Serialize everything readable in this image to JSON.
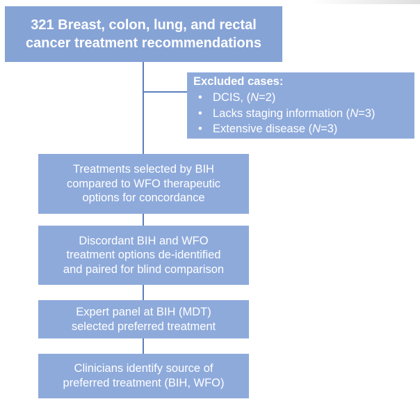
{
  "diagram": {
    "top_box": {
      "line1": "321 Breast, colon, lung, and rectal",
      "line2": "cancer treatment recommendations"
    },
    "excluded_box": {
      "title": "Excluded cases:",
      "items": [
        {
          "label": "DCIS, (",
          "n_label": "N",
          "n_value": "=2)"
        },
        {
          "label": "Lacks staging information (",
          "n_label": "N",
          "n_value": "=3)"
        },
        {
          "label": "Extensive disease (",
          "n_label": "N",
          "n_value": "=3)"
        }
      ]
    },
    "steps": [
      {
        "line1": "Treatments selected by BIH",
        "line2": "compared to WFO therapeutic",
        "line3": "options for concordance"
      },
      {
        "line1": "Discordant BIH and WFO",
        "line2": "treatment options de-identified",
        "line3": "and paired for blind comparison"
      },
      {
        "line1": "Expert panel at BIH (MDT)",
        "line2": "selected preferred treatment"
      },
      {
        "line1": "Clinicians identify source of",
        "line2": "preferred treatment (BIH, WFO)"
      }
    ],
    "colors": {
      "box_fill": "#8eaadb",
      "top_box_fill": "#86a3d6",
      "text": "#ffffff",
      "connector": "#5b7fbd"
    }
  }
}
